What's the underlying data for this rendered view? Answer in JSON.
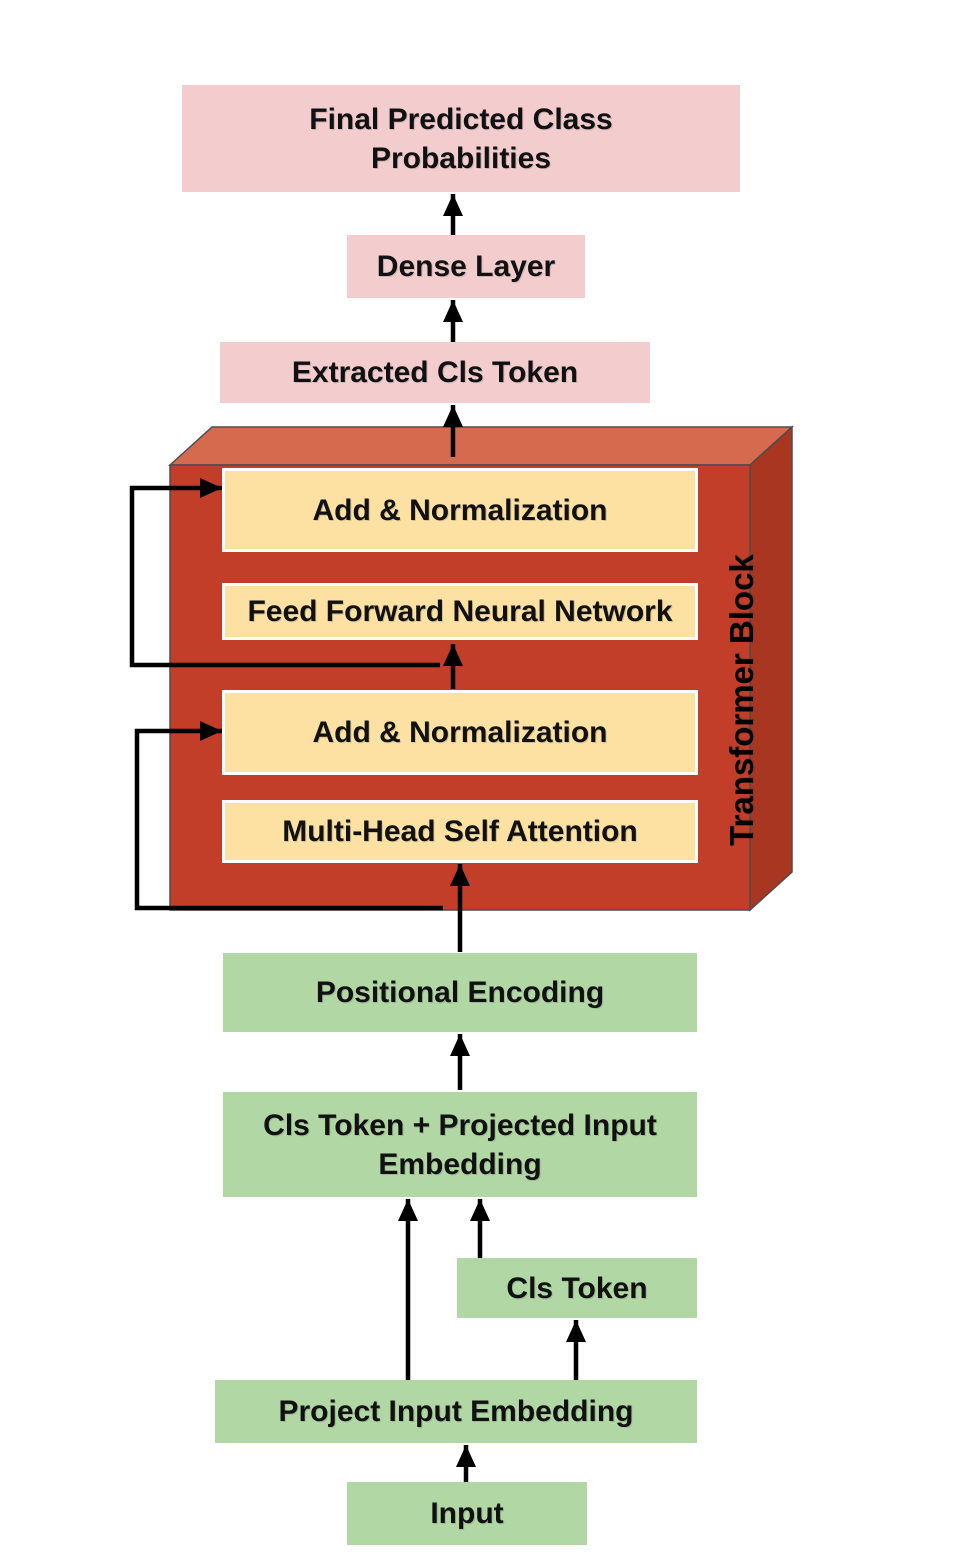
{
  "diagram": {
    "type": "architecture-flow-diagram",
    "nodes": {
      "final": {
        "label": "Final Predicted Class\nProbabilities"
      },
      "dense": {
        "label": "Dense Layer"
      },
      "extracted": {
        "label": "Extracted Cls Token"
      },
      "addnorm1": {
        "label": "Add & Normalization"
      },
      "ffnn": {
        "label": "Feed Forward Neural Network"
      },
      "addnorm2": {
        "label": "Add & Normalization"
      },
      "mhsa": {
        "label": "Multi-Head Self Attention"
      },
      "transformer_block": {
        "label": "Transformer Block"
      },
      "pos_enc": {
        "label": "Positional Encoding"
      },
      "cls_plus_proj": {
        "label": "Cls Token + Projected Input\nEmbedding"
      },
      "cls_token": {
        "label": "Cls Token"
      },
      "proj_embed": {
        "label": "Project Input Embedding"
      },
      "input": {
        "label": "Input"
      }
    },
    "edges": [
      "input -> proj_embed",
      "proj_embed -> cls_token",
      "proj_embed -> cls_plus_proj",
      "cls_token -> cls_plus_proj",
      "cls_plus_proj -> pos_enc",
      "pos_enc -> mhsa",
      "skip: mhsa-input -> addnorm2",
      "addnorm2 -> ffnn",
      "skip: ffnn-input -> addnorm1",
      "transformer_block -> extracted",
      "extracted -> dense",
      "dense -> final"
    ]
  },
  "colors": {
    "pink": "#f3cdce",
    "green": "#b1d7a4",
    "yellow": "#fce1a2",
    "red-front": "#c33e29",
    "red-top": "#d56a4f",
    "red-right": "#a83620",
    "line": "#000000"
  }
}
